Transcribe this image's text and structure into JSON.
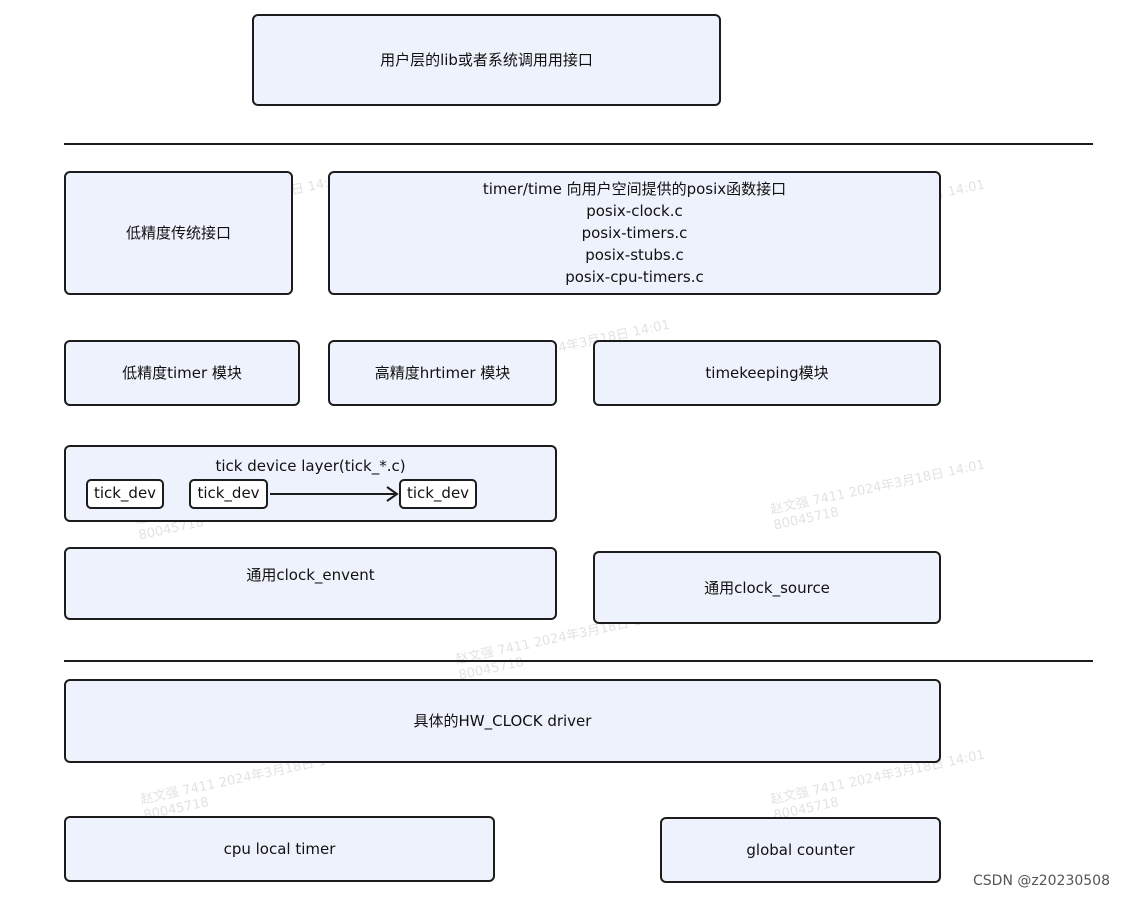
{
  "diagram": {
    "user_lib": "用户层的lib或者系统调用用接口",
    "low_precision_legacy": "低精度传统接口",
    "posix_lines": [
      "timer/time 向用户空间提供的posix函数接口",
      "posix-clock.c",
      "posix-timers.c",
      "posix-stubs.c",
      "posix-cpu-timers.c"
    ],
    "low_timer_module": "低精度timer 模块",
    "hrtimer_module": "高精度hrtimer 模块",
    "timekeeping_module": "timekeeping模块",
    "tick_layer_title": "tick device layer(tick_*.c)",
    "tick_devs": [
      "tick_dev",
      "tick_dev",
      "tick_dev"
    ],
    "clock_event": "通用clock_envent",
    "clock_source": "通用clock_source",
    "hw_clock_driver": "具体的HW_CLOCK driver",
    "cpu_local_timer": "cpu local timer",
    "global_counter": "global counter"
  },
  "watermark": {
    "line1": "赵文强 7411 2024年3月18日 14:01",
    "line2": "80045718"
  },
  "credit": "CSDN @z20230508",
  "colors": {
    "box_fill": "#eef2fc",
    "border": "#1c1c1c"
  }
}
